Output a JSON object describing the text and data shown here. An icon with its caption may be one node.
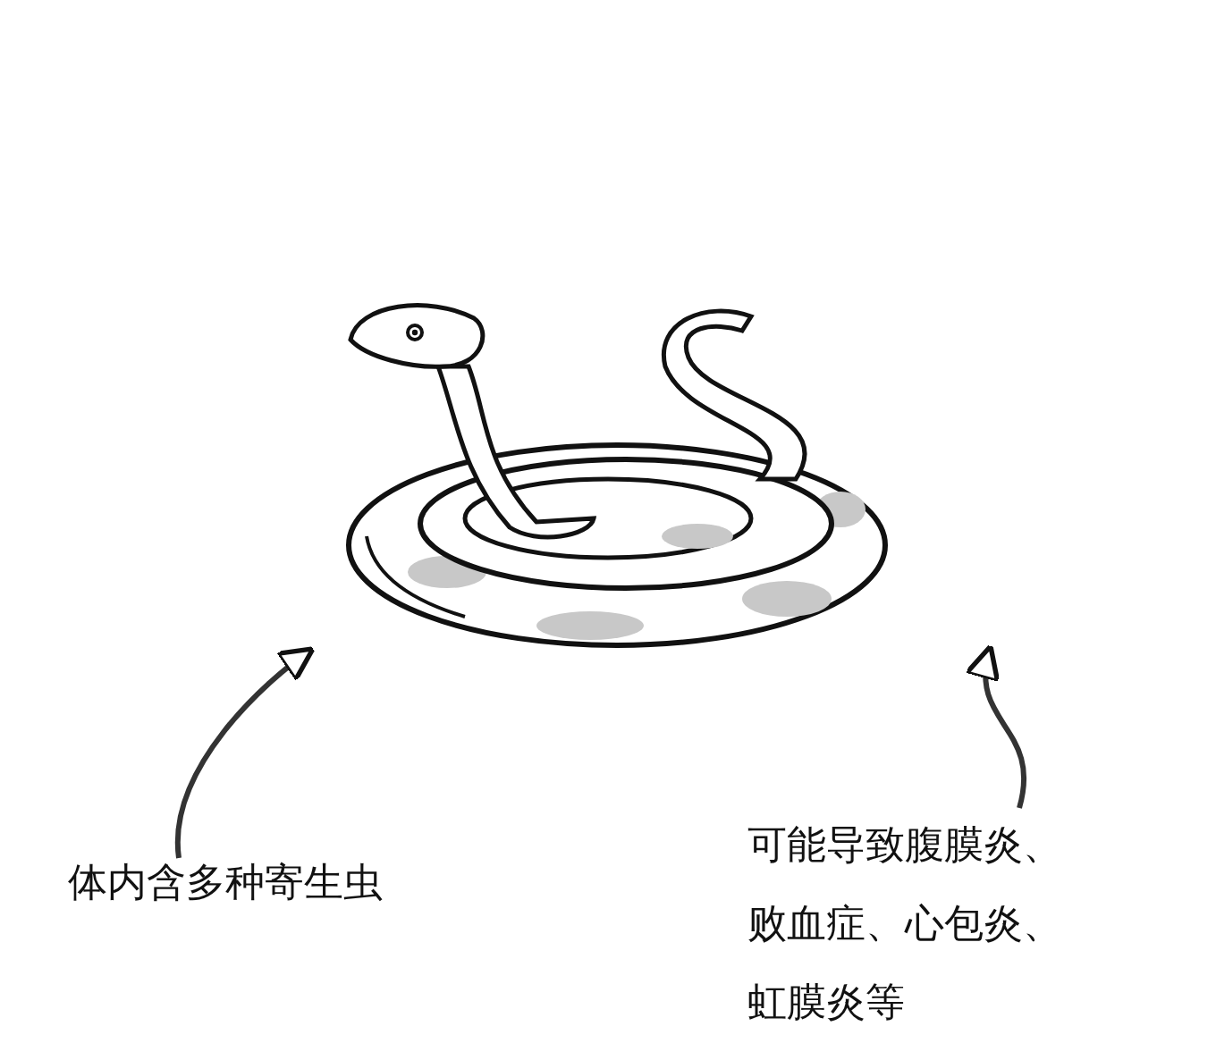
{
  "diagram": {
    "nodes": [
      {
        "text": [],
        "shape": "picture"
      },
      {
        "text": [
          "体内含多种寄生虫"
        ]
      },
      {
        "text": [
          "可能导致腹膜炎、败血症、心包炎、虹膜炎等"
        ]
      }
    ],
    "edges": [
      {
        "from": 1,
        "to": 0,
        "arrow": "to"
      },
      {
        "from": 2,
        "to": 0,
        "arrow": "to"
      }
    ]
  }
}
